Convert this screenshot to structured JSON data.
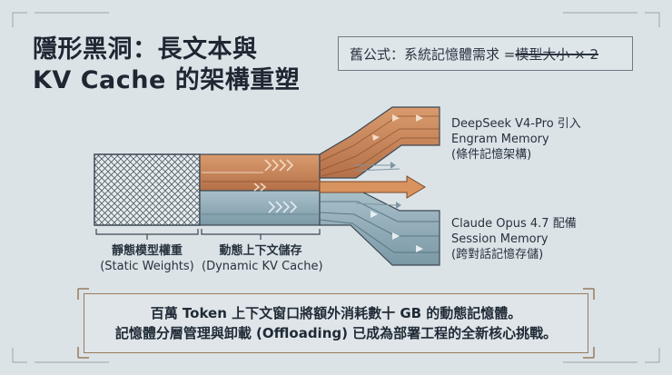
{
  "title": {
    "line1": "隱形黑洞：長文本與",
    "line2": "KV Cache 的架構重塑"
  },
  "formula": {
    "prefix": "舊公式：系統記憶體需求 = ",
    "struck": "模型大小 × 2"
  },
  "diagram": {
    "static_block": {
      "label_zh": "靜態模型權重",
      "label_en": "(Static Weights)"
    },
    "dynamic_block": {
      "label_zh": "動態上下文儲存",
      "label_en": "(Dynamic KV Cache)"
    },
    "upper_branch": {
      "line1": "DeepSeek V4-Pro 引入",
      "line2": "Engram Memory",
      "line3": "(條件記憶架構)"
    },
    "lower_branch": {
      "line1": "Claude Opus 4.7 配備",
      "line2": "Session Memory",
      "line3": "(跨對話記憶存儲)"
    }
  },
  "note": {
    "line1": "百萬 Token 上下文窗口將額外消耗數十 GB 的動態記憶體。",
    "line2": "記憶體分層管理與卸載 (Offloading) 已成為部署工程的全新核心挑戰。"
  },
  "colors": {
    "background": "#dbe3e7",
    "copper": "#c8875c",
    "copper_dark": "#a8663e",
    "steel_blue": "#8fa9b5",
    "steel_dark": "#5f7e8c",
    "frame": "#6f7a84"
  }
}
